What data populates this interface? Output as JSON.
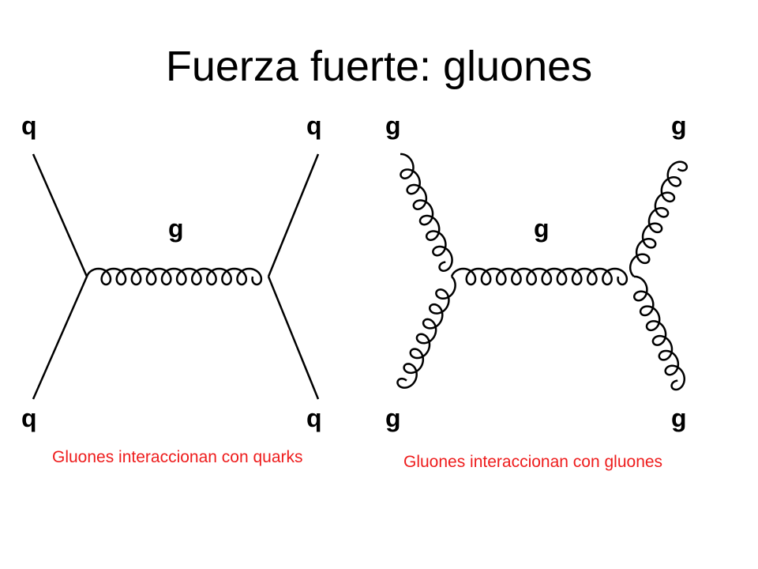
{
  "title": "Fuerza fuerte: gluones",
  "colors": {
    "line": "#000000",
    "caption": "#ee1c1c"
  },
  "diagrams": {
    "quark_exchange": {
      "labels": {
        "top_left": "q",
        "top_right": "q",
        "bottom_left": "q",
        "bottom_right": "q",
        "mediator": "g"
      },
      "caption": "Gluones interaccionan con quarks"
    },
    "gluon_self_interaction": {
      "labels": {
        "top_left": "g",
        "top_right": "g",
        "bottom_left": "g",
        "bottom_right": "g",
        "mediator": "g"
      },
      "caption": "Gluones interaccionan con gluones"
    }
  }
}
